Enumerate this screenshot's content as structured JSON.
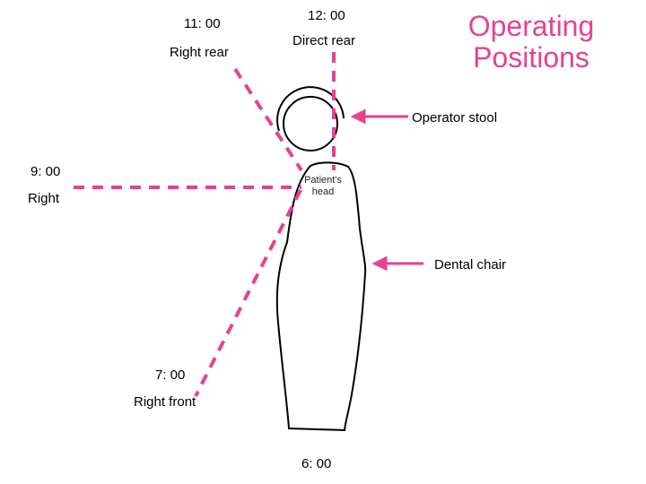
{
  "title": {
    "line1": "Operating",
    "line2": "Positions"
  },
  "positions": {
    "eleven": {
      "time": "11: 00",
      "name": "Right rear"
    },
    "twelve": {
      "time": "12: 00",
      "name": "Direct rear"
    },
    "nine": {
      "time": "9: 00",
      "name": "Right"
    },
    "seven": {
      "time": "7: 00",
      "name": "Right front"
    },
    "six": {
      "time": "6: 00"
    }
  },
  "callouts": {
    "operator_stool": "Operator stool",
    "dental_chair": "Dental chair",
    "patients_head": {
      "line1": "Patient's",
      "line2": "head"
    }
  },
  "colors": {
    "accent": "#e8418e",
    "outline": "#000000"
  }
}
